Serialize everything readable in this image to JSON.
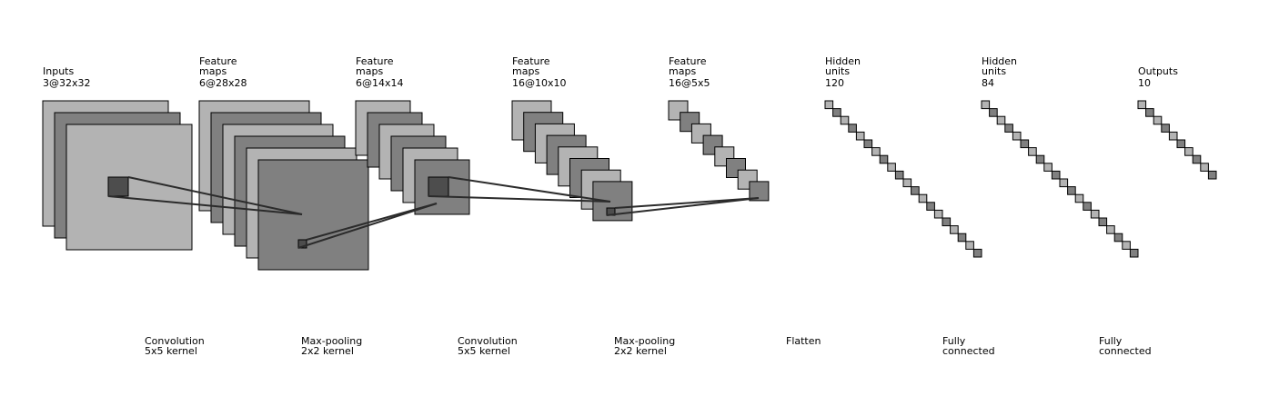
{
  "layers": [
    {
      "line1": "Inputs",
      "line2": "3@32x32"
    },
    {
      "line1": "Feature",
      "line2": "maps",
      "line3": "6@28x28"
    },
    {
      "line1": "Feature",
      "line2": "maps",
      "line3": "6@14x14"
    },
    {
      "line1": "Feature",
      "line2": "maps",
      "line3": "16@10x10"
    },
    {
      "line1": "Feature",
      "line2": "maps",
      "line3": "16@5x5"
    },
    {
      "line1": "Hidden",
      "line2": "units",
      "line3": "120"
    },
    {
      "line1": "Hidden",
      "line2": "units",
      "line3": "84"
    },
    {
      "line1": "Outputs",
      "line2": "10"
    }
  ],
  "operations": [
    {
      "line1": "Convolution",
      "line2": "5x5 kernel"
    },
    {
      "line1": "Max-pooling",
      "line2": "2x2 kernel"
    },
    {
      "line1": "Convolution",
      "line2": "5x5 kernel"
    },
    {
      "line1": "Max-pooling",
      "line2": "2x2 kernel"
    },
    {
      "line1": "Flatten"
    },
    {
      "line1": "Fully",
      "line2": "connected"
    },
    {
      "line1": "Fully",
      "line2": "connected"
    }
  ],
  "colors": {
    "light_map": "#b3b3b3",
    "dark_map": "#808080",
    "patch": "#4d4d4d",
    "stroke": "#000000",
    "connector": "#2b2b2b"
  }
}
